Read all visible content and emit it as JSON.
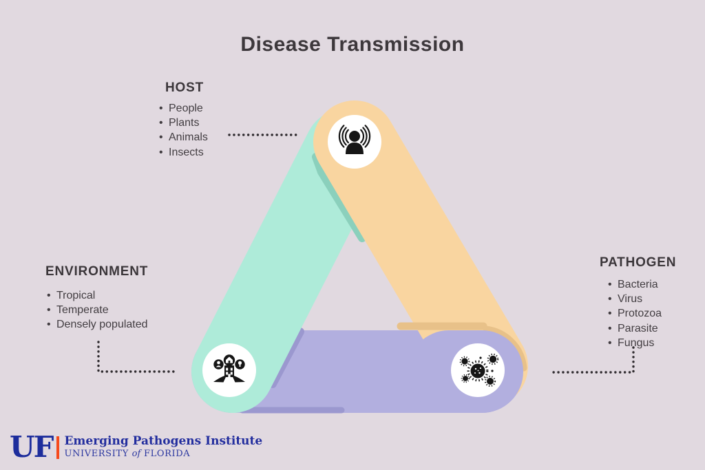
{
  "title": "Disease Transmission",
  "triangle": {
    "host": {
      "label": "HOST",
      "items": [
        "People",
        "Plants",
        "Animals",
        "Insects"
      ],
      "icon": "infected-person-icon",
      "color": "#f9d5a0"
    },
    "environment": {
      "label": "ENVIRONMENT",
      "items": [
        "Tropical",
        "Temperate",
        "Densely populated"
      ],
      "icon": "community-environment-icon",
      "color": "#aeebd9"
    },
    "pathogen": {
      "label": "PATHOGEN",
      "items": [
        "Bacteria",
        "Virus",
        "Protozoa",
        "Parasite",
        "Fungus"
      ],
      "icon": "virus-germs-icon",
      "color": "#b2afdf"
    }
  },
  "colors": {
    "background": "#e1d9e0",
    "teal": "#aeebd9",
    "teal_shadow": "#8bd0bc",
    "orange": "#f9d5a0",
    "orange_shadow": "#e8c189",
    "purple": "#b2afdf",
    "purple_shadow": "#9b98cf",
    "icon_black": "#161616",
    "text": "#3f3a3e",
    "uf_blue": "#1d2d9c",
    "uf_orange": "#f6491c"
  },
  "footer": {
    "monogram": "UF",
    "institute": "Emerging Pathogens Institute",
    "university_word": "UNIVERSITY",
    "of_word": "of",
    "florida_word": "FLORIDA"
  }
}
